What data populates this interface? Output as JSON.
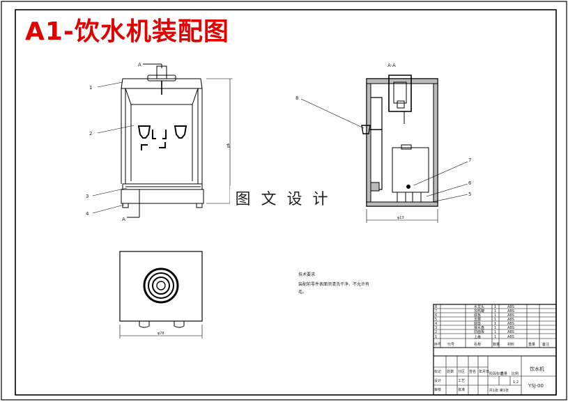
{
  "title": "A1-饮水机装配图",
  "watermark": "图 文 设 计",
  "section_mark": "A",
  "section_title": "A-A",
  "dimensions": {
    "height": "ψ8",
    "width_side": "ψ13",
    "width_bottom": "ψ78"
  },
  "callouts": {
    "c1": "1",
    "c2": "2",
    "c3": "3",
    "c4": "4",
    "c5": "5",
    "c6": "6",
    "c7": "7",
    "c8": "8"
  },
  "notes": {
    "heading": "技术要求",
    "line1": "装配前零件表面须清洗干净，不允许有",
    "line2": "毛。"
  },
  "bom": {
    "rows": [
      {
        "no": "8",
        "name": "水龙头",
        "qty": "1",
        "material": "ABS"
      },
      {
        "no": "7",
        "name": "加热罐",
        "qty": "1",
        "material": "ABS"
      },
      {
        "no": "6",
        "name": "底板",
        "qty": "1",
        "material": "ABS"
      },
      {
        "no": "5",
        "name": "支脚",
        "qty": "1",
        "material": "ABS"
      },
      {
        "no": "4",
        "name": "底座",
        "qty": "1",
        "material": "ABS"
      },
      {
        "no": "3",
        "name": "接水盘",
        "qty": "1",
        "material": "ABS"
      },
      {
        "no": "2",
        "name": "前面板",
        "qty": "1",
        "material": "ABS"
      },
      {
        "no": "1",
        "name": "上盖",
        "qty": "1",
        "material": "ABS"
      }
    ],
    "header": {
      "no": "序号",
      "code": "代号",
      "name": "名称",
      "qty": "数量",
      "material": "材料",
      "weight": "重量",
      "remark": "备注"
    },
    "product_name": "饮水机",
    "drawing_no": "YSJ-00",
    "scale": "1:2",
    "sheet_info": "共1张 第1张",
    "labels": {
      "design": "设计",
      "check": "审核",
      "process": "工艺",
      "approve": "批准",
      "mark": "标记",
      "count": "处数",
      "division": "分区",
      "change_no": "更改文件号",
      "sign": "签名",
      "date": "年月日",
      "stage": "阶段标记",
      "weight": "重量",
      "ratio": "比例"
    }
  }
}
